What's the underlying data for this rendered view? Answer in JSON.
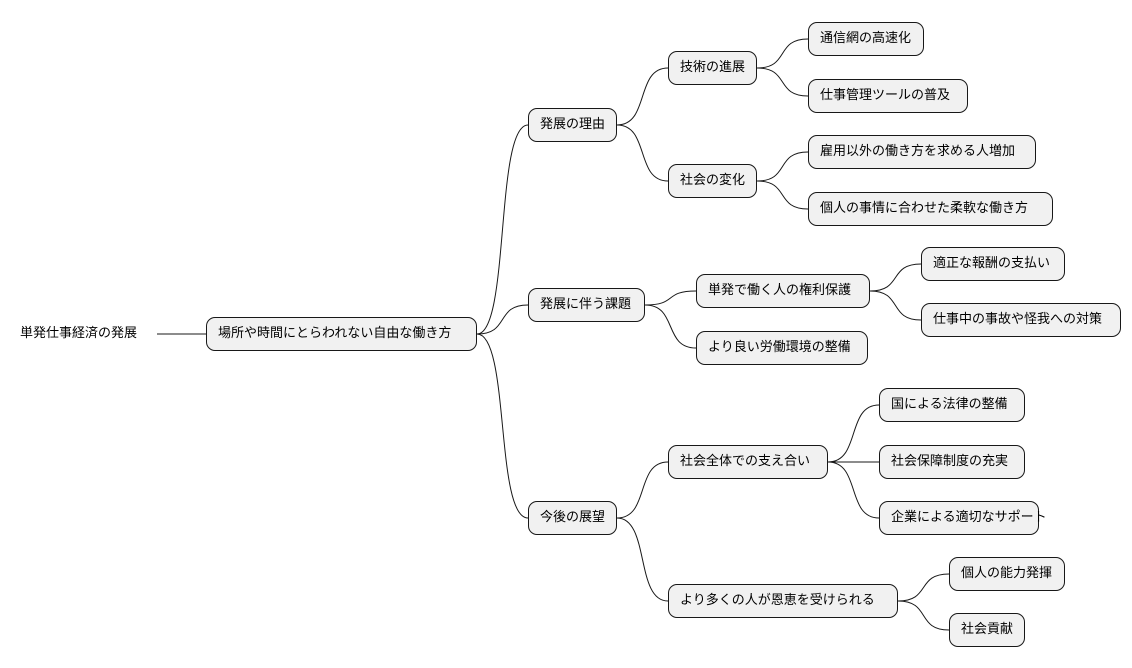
{
  "root": {
    "label": "単発仕事経済の発展"
  },
  "level1": {
    "label": "場所や時間にとらわれない自由な働き方"
  },
  "branches": [
    {
      "label": "発展の理由",
      "children": [
        {
          "label": "技術の進展",
          "children": [
            "通信網の高速化",
            "仕事管理ツールの普及"
          ]
        },
        {
          "label": "社会の変化",
          "children": [
            "雇用以外の働き方を求める人増加",
            "個人の事情に合わせた柔軟な働き方"
          ]
        }
      ]
    },
    {
      "label": "発展に伴う課題",
      "children": [
        {
          "label": "単発で働く人の権利保護",
          "children": [
            "適正な報酬の支払い",
            "仕事中の事故や怪我への対策"
          ]
        },
        {
          "label": "より良い労働環境の整備",
          "children": []
        }
      ]
    },
    {
      "label": "今後の展望",
      "children": [
        {
          "label": "社会全体での支え合い",
          "children": [
            "国による法律の整備",
            "社会保障制度の充実",
            "企業による適切なサポート"
          ]
        },
        {
          "label": "より多くの人が恩恵を受けられる",
          "children": [
            "個人の能力発揮",
            "社会貢献"
          ]
        }
      ]
    }
  ]
}
